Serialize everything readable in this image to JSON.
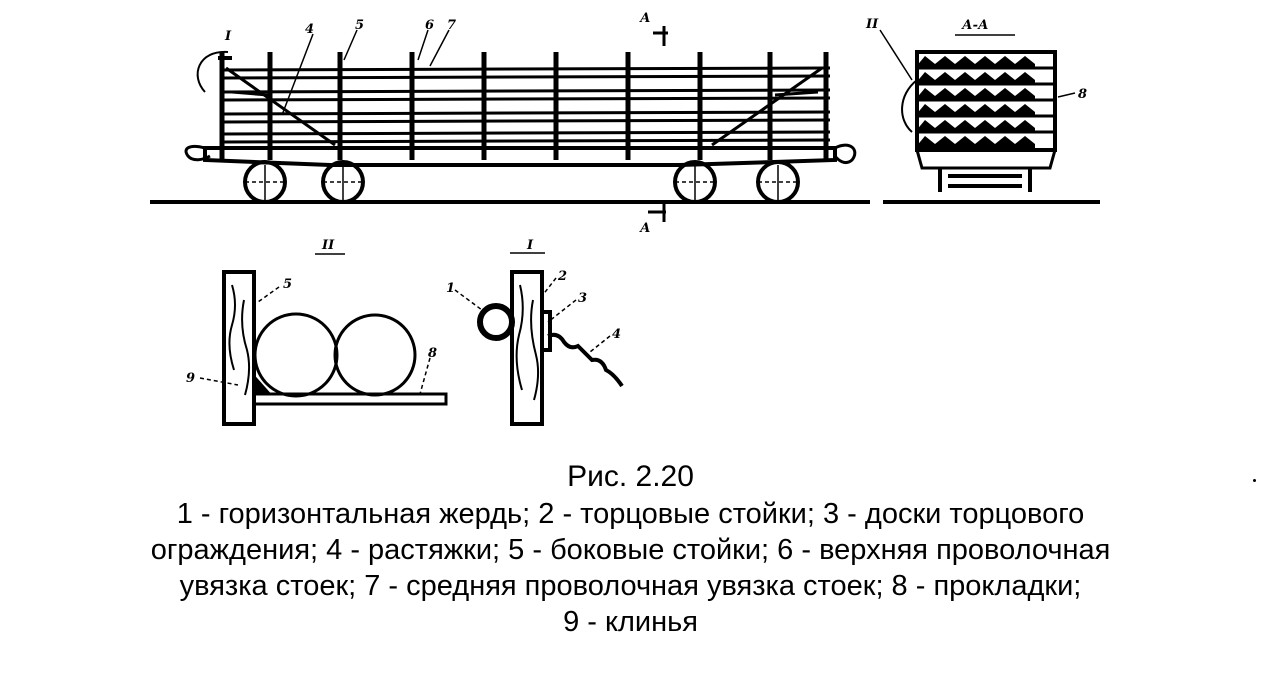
{
  "figure": {
    "number": "Рис. 2.20",
    "caption_lines": [
      "1 - горизонтальная жердь; 2 - торцовые стойки; 3 - доски торцового",
      "ограждения; 4 - растяжки; 5 - боковые стойки; 6 - верхняя проволочная",
      "увязка стоек; 7 - средняя проволочная увязка стоек; 8 - прокладки;",
      "9 - клинья"
    ]
  },
  "labels": {
    "side_I": "I",
    "side_4": "4",
    "side_5": "5",
    "side_6": "6",
    "side_7": "7",
    "cut_top": "А",
    "cut_bottom": "А",
    "end_II": "II",
    "end_title": "А-А",
    "end_8": "8",
    "detII_title": "II",
    "detII_5": "5",
    "detII_9": "9",
    "detII_8": "8",
    "detI_title": "I",
    "detI_1": "1",
    "detI_2": "2",
    "detI_3": "3",
    "detI_4": "4"
  }
}
